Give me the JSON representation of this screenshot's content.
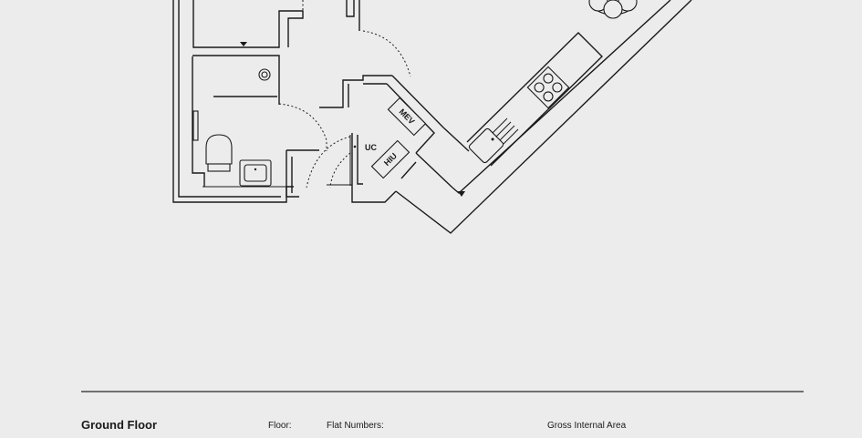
{
  "plan": {
    "labels": {
      "uc": "UC",
      "mev": "MEV",
      "hiu": "HIU"
    }
  },
  "footer": {
    "title": "Ground Floor",
    "floor_label": "Floor:",
    "flat_numbers_label": "Flat Numbers:",
    "gross_internal_area_label": "Gross Internal Area"
  }
}
